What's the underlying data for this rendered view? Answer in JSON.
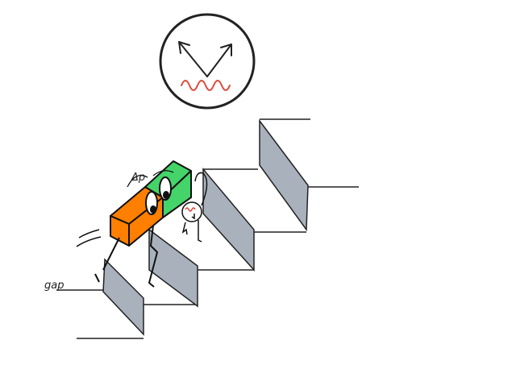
{
  "labels": {
    "delta_p": "Δp",
    "gap": "gap"
  },
  "icons": [
    "wave-vector-circle-icon",
    "block-character",
    "small-character"
  ],
  "colors": {
    "orange": "#ff7f00",
    "green": "#44d46a",
    "riser_gray": "#a9b1bc",
    "wave_red": "#e0483a",
    "ink": "#222222"
  }
}
